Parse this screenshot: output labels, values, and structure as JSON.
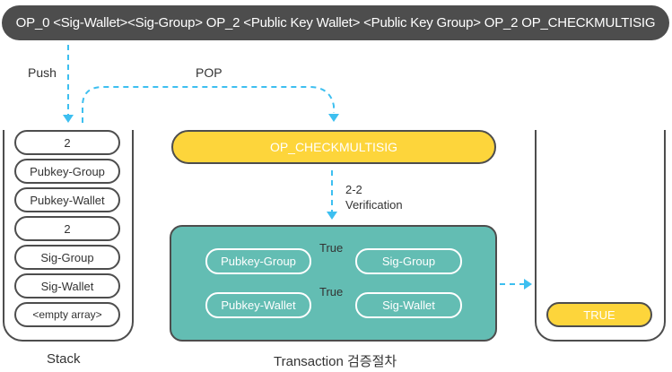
{
  "script": {
    "text": "OP_0 <Sig-Wallet><Sig-Group> OP_2 <Public Key Wallet> <Public Key Group> OP_2 OP_CHECKMULTISIG"
  },
  "labels": {
    "push": "Push",
    "pop": "POP",
    "verification_line1": "2-2",
    "verification_line2": "Verification",
    "stack_caption": "Stack",
    "transaction_caption": "Transaction 검증절차"
  },
  "stack": {
    "items": [
      "2",
      "Pubkey-Group",
      "Pubkey-Wallet",
      "2",
      "Sig-Group",
      "Sig-Wallet",
      "<empty array>"
    ]
  },
  "opcode": {
    "label": "OP_CHECKMULTISIG"
  },
  "verification": {
    "pairs": [
      {
        "pubkey": "Pubkey-Group",
        "sig": "Sig-Group",
        "result": "True"
      },
      {
        "pubkey": "Pubkey-Wallet",
        "sig": "Sig-Wallet",
        "result": "True"
      }
    ]
  },
  "result_stack": {
    "items": [
      "TRUE"
    ]
  },
  "colors": {
    "dark": "#4d4d4d",
    "yellow": "#fdd53b",
    "teal": "#63bdb3",
    "arrow_blue": "#3dbff0"
  }
}
